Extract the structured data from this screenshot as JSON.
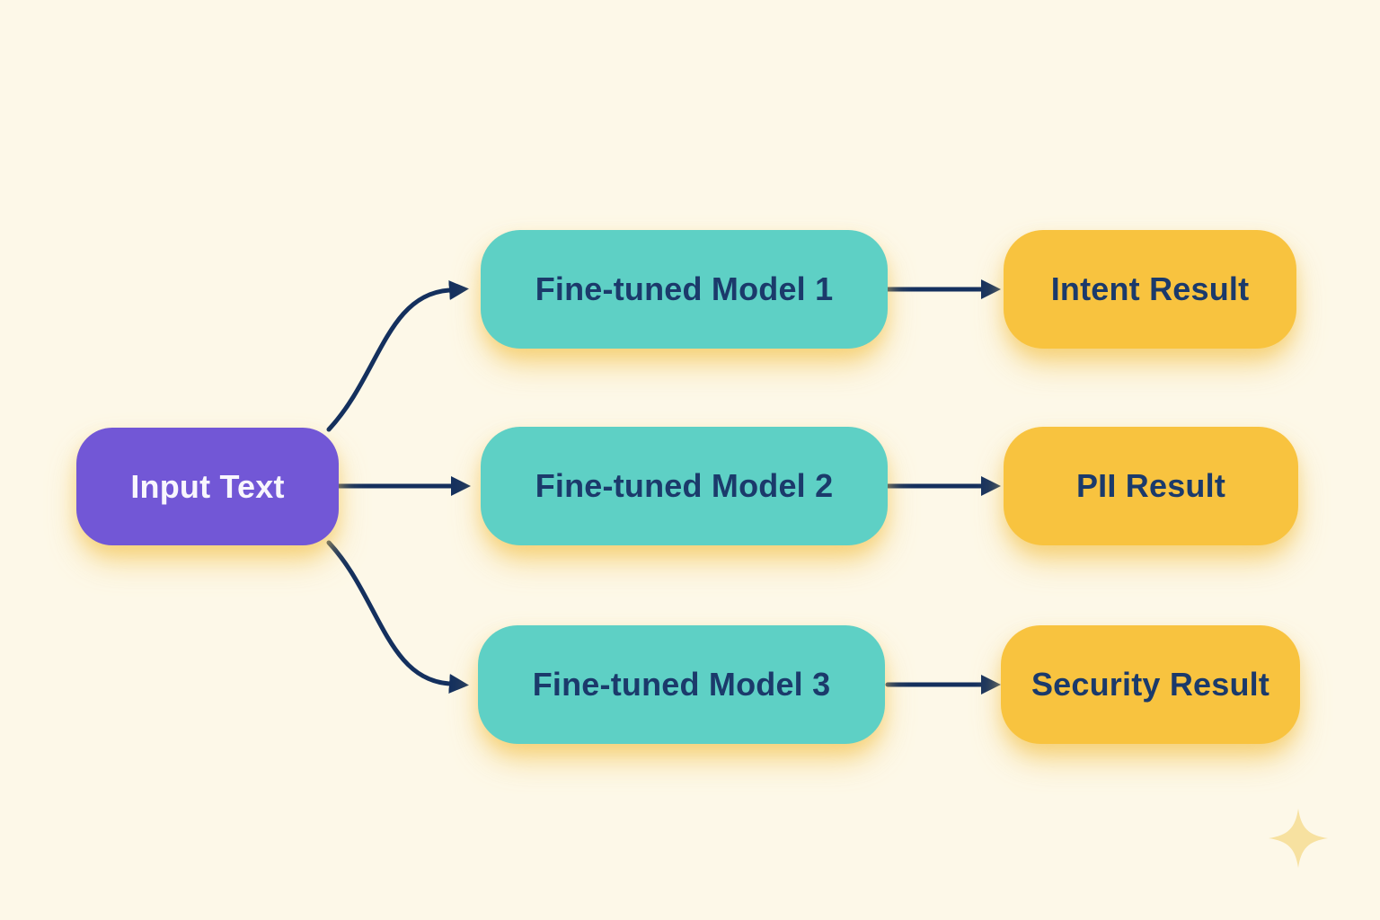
{
  "diagram": {
    "background_color": "#fdf8e8",
    "arrow_color": "#14305e",
    "glow_color": "#f4c85c",
    "nodes": {
      "input": {
        "label": "Input Text",
        "color": "#7257d6",
        "text_color": "#f8f6fd"
      },
      "model1": {
        "label": "Fine-tuned Model 1",
        "color": "#5ed0c5",
        "text_color": "#1b3a6b"
      },
      "model2": {
        "label": "Fine-tuned Model 2",
        "color": "#5ed0c5",
        "text_color": "#1b3a6b"
      },
      "model3": {
        "label": "Fine-tuned Model 3",
        "color": "#5ed0c5",
        "text_color": "#1b3a6b"
      },
      "result1": {
        "label": "Intent Result",
        "color": "#f8c33f",
        "text_color": "#1b3a6b"
      },
      "result2": {
        "label": "PII Result",
        "color": "#f8c33f",
        "text_color": "#1b3a6b"
      },
      "result3": {
        "label": "Security Result",
        "color": "#f8c33f",
        "text_color": "#1b3a6b"
      }
    },
    "edges": [
      {
        "from": "input",
        "to": "model1"
      },
      {
        "from": "input",
        "to": "model2"
      },
      {
        "from": "input",
        "to": "model3"
      },
      {
        "from": "model1",
        "to": "result1"
      },
      {
        "from": "model2",
        "to": "result2"
      },
      {
        "from": "model3",
        "to": "result3"
      }
    ],
    "decorations": {
      "sparkle_color": "#f7e1a0"
    }
  }
}
